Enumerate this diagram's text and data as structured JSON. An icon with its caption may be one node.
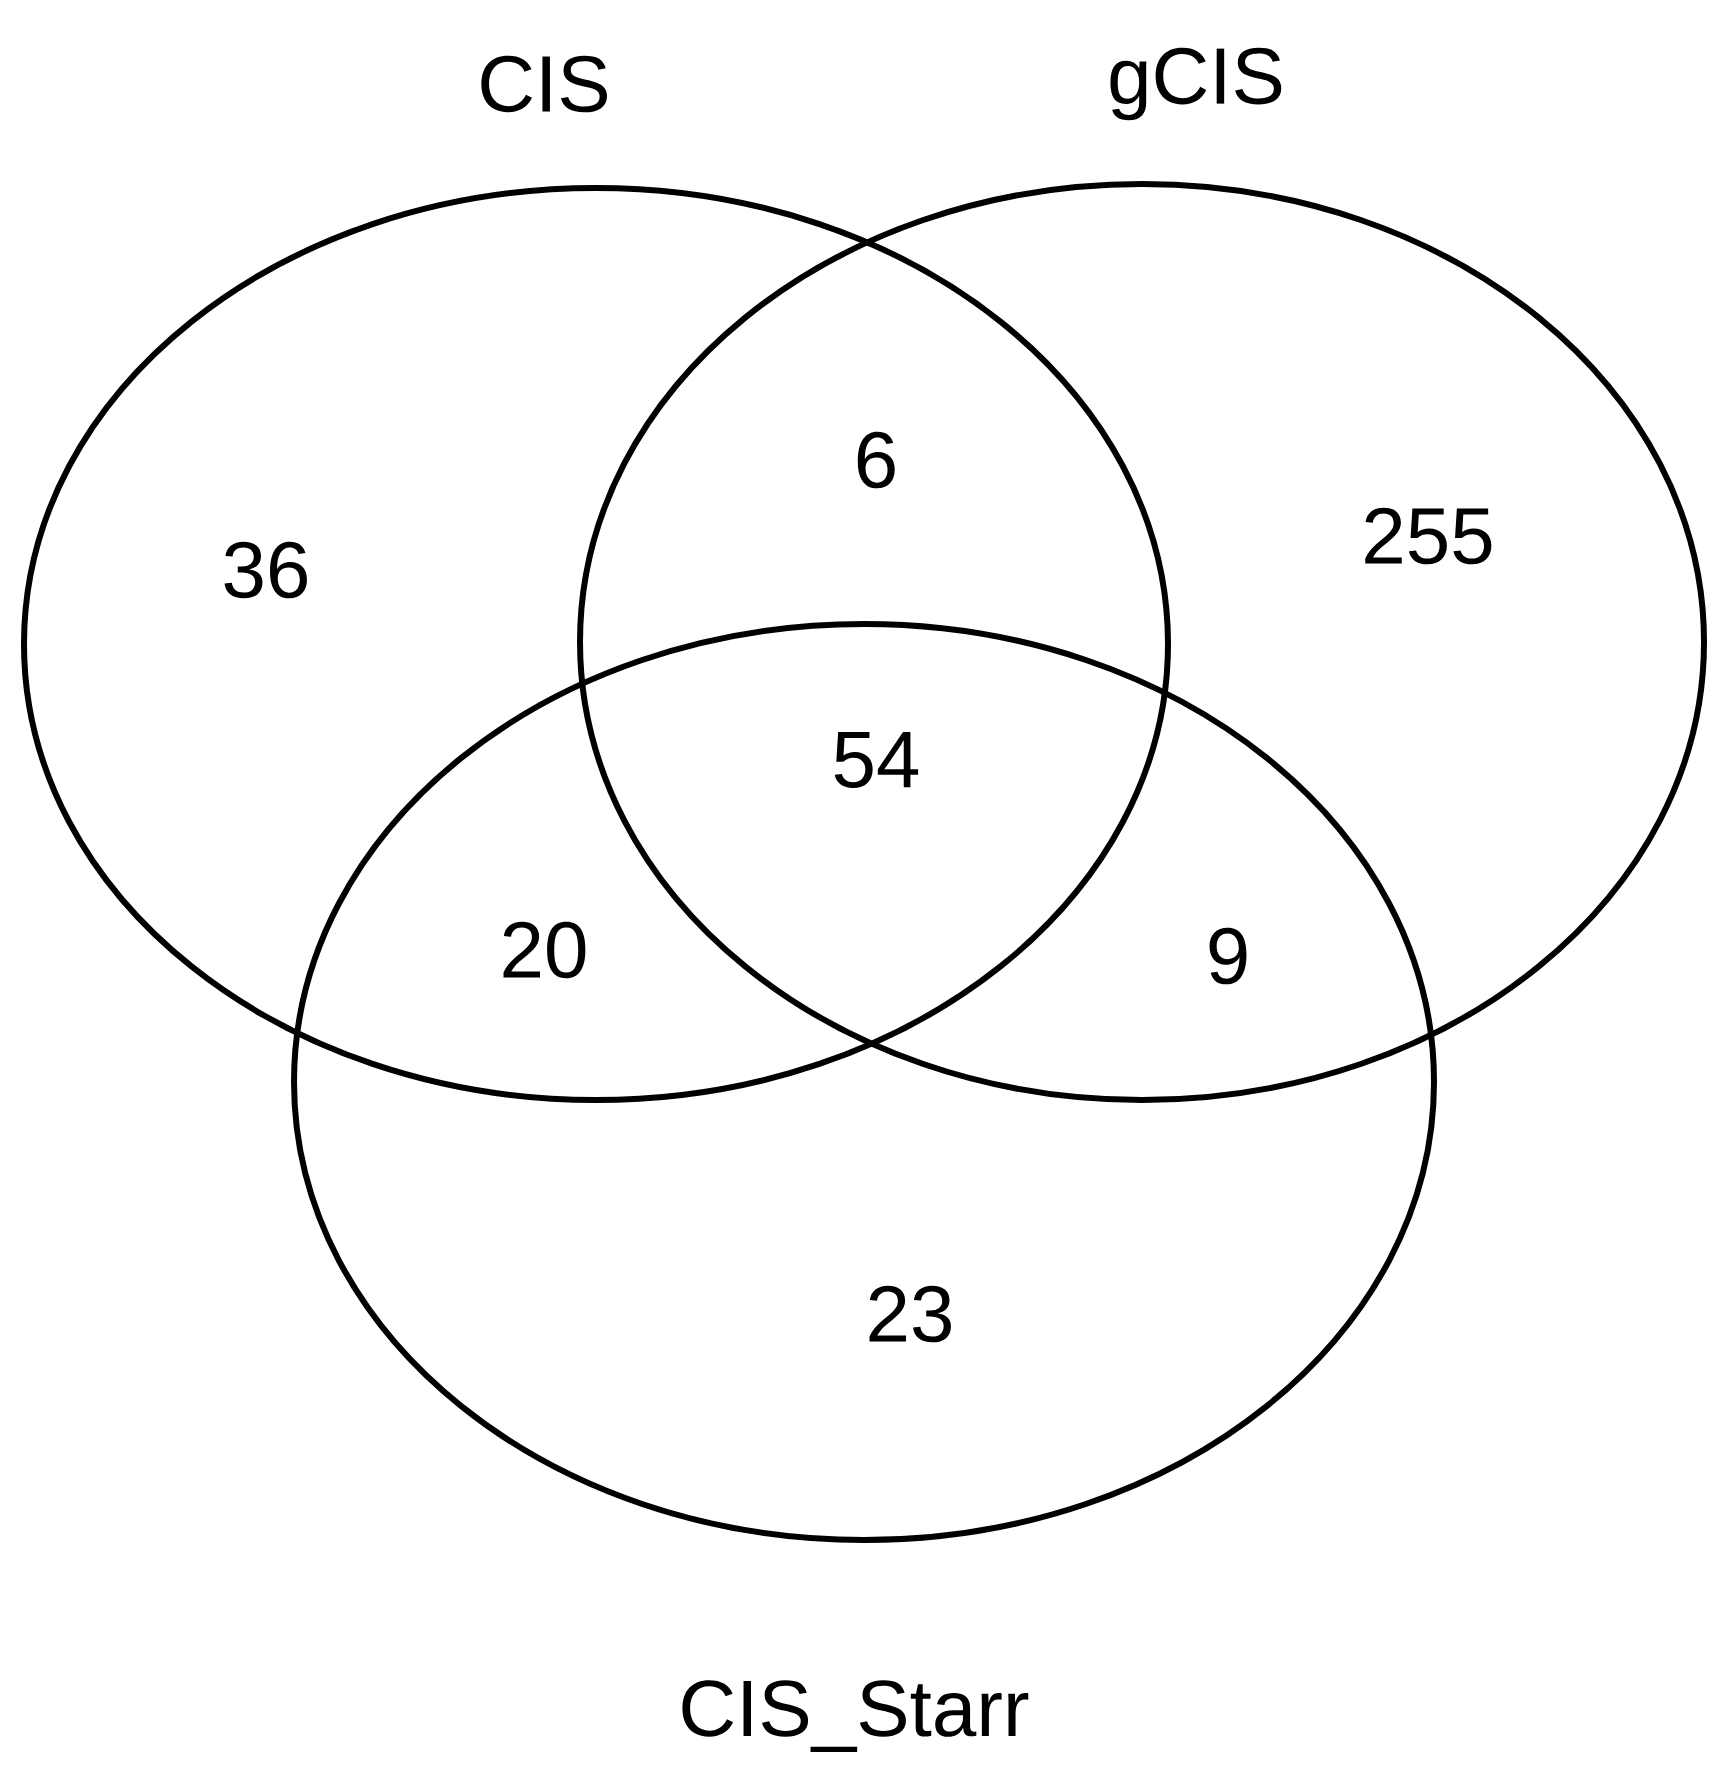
{
  "diagram": {
    "nodes": [
      {
        "text": [
          "CIS"
        ]
      },
      {
        "text": [
          "gCIS"
        ]
      },
      {
        "text": [
          "CIS_Starr"
        ]
      }
    ],
    "labels": [
      "36",
      "6",
      "255",
      "54",
      "20",
      "9",
      "23"
    ]
  }
}
